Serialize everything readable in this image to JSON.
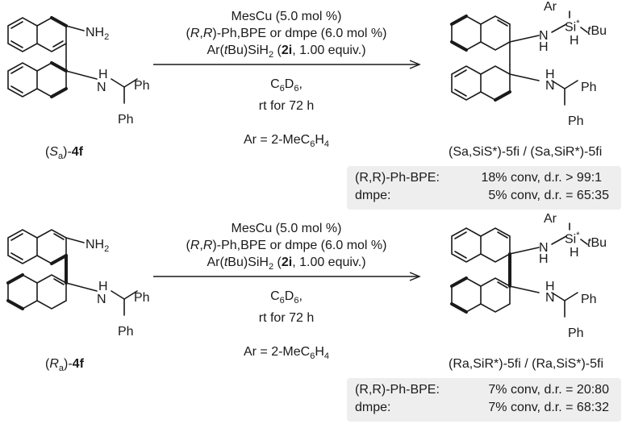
{
  "scheme_1": {
    "sm_label": {
      "paren_open": "(",
      "S": "S",
      "sub": "a",
      "close": ")-",
      "num": "4f"
    },
    "conditions": {
      "line1": "MesCu (5.0 mol %)",
      "line2_prefix": "(",
      "line2_R1": "R",
      "line2_comma": ",",
      "line2_R2": "R",
      "line2_rest": ")-Ph,BPE or dmpe (6.0 mol %)",
      "line3_prefix": "Ar(",
      "line3_tBu": "t",
      "line3_mid": "Bu)SiH",
      "line3_sub": "2",
      "line3_paren": " (",
      "line3_bold": "2i",
      "line3_end": ", 1.00 equiv.)",
      "solvent": "C",
      "solvent_sub1": "6",
      "solvent_D": "D",
      "solvent_sub2": "6",
      "solvent_end": ",",
      "time": "rt for 72 h",
      "ar_def": "Ar = 2-MeC",
      "ar_sub1": "6",
      "ar_H": "H",
      "ar_sub2": "4"
    },
    "product_label": "(Sa,SiS*)-5fi / (Sa,SiR*)-5fi",
    "results": [
      {
        "ligand": "(R,R)-Ph-BPE:",
        "conv": "18% conv,",
        "dr": "d.r. > 99:1"
      },
      {
        "ligand": "dmpe:",
        "conv": "5% conv,",
        "dr": "d.r. = 65:35"
      }
    ]
  },
  "scheme_2": {
    "sm_label": {
      "paren_open": "(",
      "R": "R",
      "sub": "a",
      "close": ")-",
      "num": "4f"
    },
    "conditions": {
      "line1": "MesCu (5.0 mol %)",
      "line2_prefix": "(",
      "line2_R1": "R",
      "line2_comma": ",",
      "line2_R2": "R",
      "line2_rest": ")-Ph,BPE or dmpe (6.0 mol %)",
      "line3_prefix": "Ar(",
      "line3_tBu": "t",
      "line3_mid": "Bu)SiH",
      "line3_sub": "2",
      "line3_paren": " (",
      "line3_bold": "2i",
      "line3_end": ", 1.00 equiv.)",
      "solvent": "C",
      "solvent_sub1": "6",
      "solvent_D": "D",
      "solvent_sub2": "6",
      "solvent_end": ",",
      "time": "rt for 72 h",
      "ar_def": "Ar = 2-MeC",
      "ar_sub1": "6",
      "ar_H": "H",
      "ar_sub2": "4"
    },
    "product_label": "(Ra,SiR*)-5fi / (Ra,SiS*)-5fi",
    "results": [
      {
        "ligand": "(R,R)-Ph-BPE:",
        "conv": "7% conv,",
        "dr": "d.r. = 20:80"
      },
      {
        "ligand": "dmpe:",
        "conv": "7% conv,",
        "dr": "d.r. = 68:32"
      }
    ]
  },
  "atoms": {
    "NH2": "NH",
    "NH2_sub": "2",
    "N": "N",
    "H": "H",
    "Ph": "Ph",
    "Ar": "Ar",
    "Si": "Si",
    "star": "*",
    "t": "t",
    "Bu": "Bu"
  }
}
